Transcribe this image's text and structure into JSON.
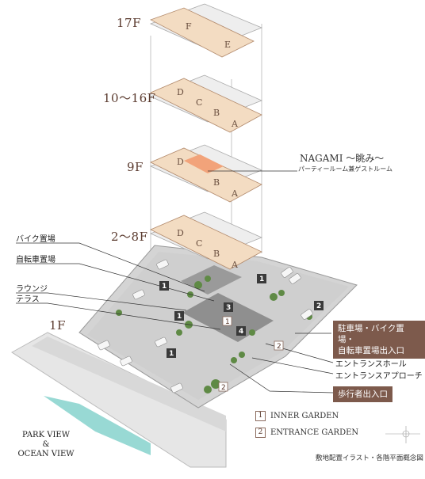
{
  "floors": [
    {
      "label": "17F",
      "units": [
        "F",
        "E"
      ]
    },
    {
      "label": "10～16F",
      "units": [
        "D",
        "C",
        "B",
        "A"
      ]
    },
    {
      "label": "9F",
      "units": [
        "D",
        "B",
        "A"
      ]
    },
    {
      "label": "2～8F",
      "units": [
        "D",
        "C",
        "B",
        "A"
      ]
    },
    {
      "label": "1F"
    }
  ],
  "nagami": {
    "title": "NAGAMI ～眺み～",
    "subtitle": "パーティールーム兼ゲストルーム"
  },
  "left_callouts": [
    "バイク置場",
    "自転車置場",
    "ラウンジ",
    "テラス"
  ],
  "right_callouts": [
    "エントランスホール",
    "エントランスアプローチ"
  ],
  "boxed_callouts": [
    "駐車場・バイク置場・自転車置場出入口",
    "歩行者出入口"
  ],
  "boxed_callout_lines": [
    "駐車場・バイク置場・",
    "自転車置場出入口"
  ],
  "legend": [
    {
      "num": "1",
      "text": "INNER GARDEN"
    },
    {
      "num": "2",
      "text": "ENTRANCE GARDEN"
    }
  ],
  "map_markers": [
    "1",
    "1",
    "1",
    "1",
    "2",
    "3",
    "4"
  ],
  "garden_markers": [
    "1",
    "2",
    "2"
  ],
  "view_label": [
    "PARK VIEW",
    "&",
    "OCEAN VIEW"
  ],
  "caption": "敷地配置イラスト・各階平面概念図",
  "colors": {
    "floor_fill": "#f3dcc2",
    "highlight_unit": "#f2a37a",
    "label_brown": "#5a3a2e",
    "callout_box": "#7d5a4c",
    "ocean": "#7ecfc9"
  }
}
